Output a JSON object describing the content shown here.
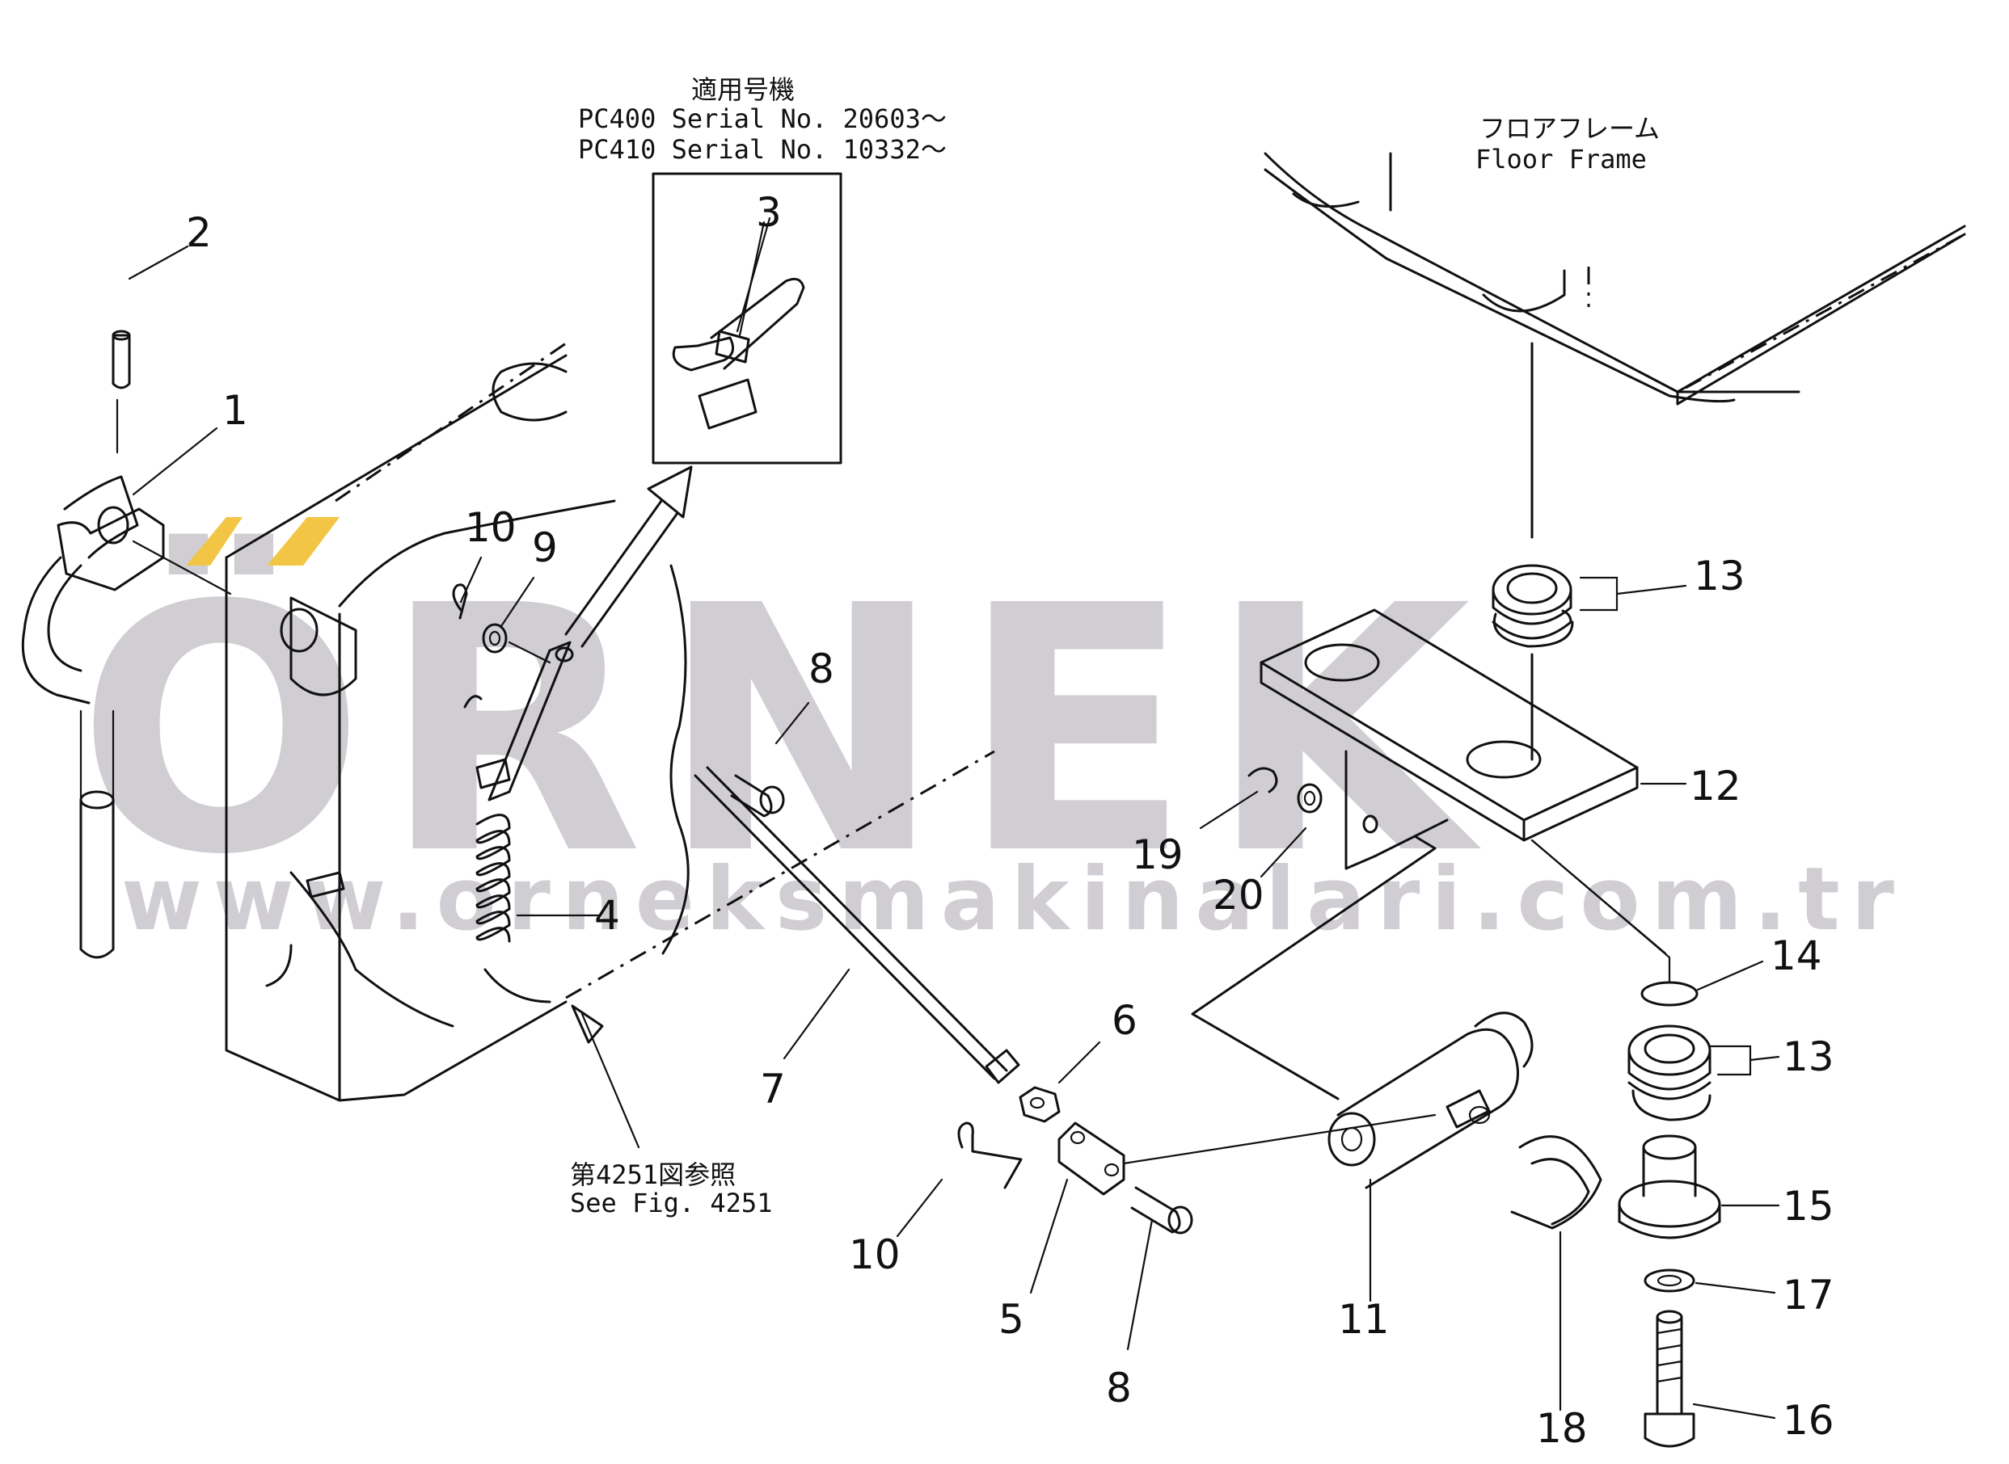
{
  "diagram": {
    "applicable_models": {
      "title_jp": "適用号機",
      "line1": "PC400  Serial  No. 20603～",
      "line2": "PC410  Serial  No. 10332～"
    },
    "floor_frame": {
      "label_jp": "フロアフレーム",
      "label_en": "Floor  Frame"
    },
    "see_fig": {
      "label_jp": "第4251図参照",
      "label_en": "See  Fig. 4251"
    },
    "part_numbers": [
      "1",
      "2",
      "3",
      "4",
      "5",
      "6",
      "7",
      "8",
      "8",
      "9",
      "10",
      "10",
      "11",
      "12",
      "13",
      "13",
      "14",
      "15",
      "16",
      "17",
      "18",
      "19",
      "20"
    ],
    "watermark": {
      "brand": "ÖRNEK",
      "url": "www.orneksmakinalari.com.tr",
      "accent_color": "#f2c23a",
      "grey_color": "#c9c6cc"
    }
  }
}
